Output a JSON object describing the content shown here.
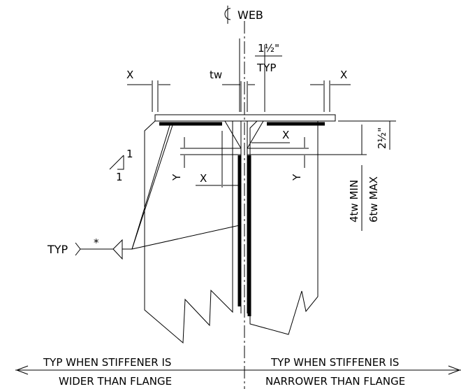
{
  "labels": {
    "web_cl": "WEB",
    "fraction": "1½\"",
    "typ_top": "TYP",
    "x_left": "X",
    "tw": "tw",
    "x_right": "X",
    "x_mid": "X",
    "x_low": "X",
    "y_left": "Y",
    "y_right": "Y",
    "dim_2half": "2½\"",
    "dim_min": "4tw MIN",
    "dim_max": "6tw MAX",
    "slope_rise": "1",
    "slope_run": "1",
    "typ_weld": "TYP",
    "asterisk": "*",
    "caption_left_1": "TYP WHEN STIFFENER IS",
    "caption_left_2": "WIDER THAN FLANGE",
    "caption_right_1": "TYP WHEN STIFFENER IS",
    "caption_right_2": "NARROWER THAN FLANGE"
  }
}
